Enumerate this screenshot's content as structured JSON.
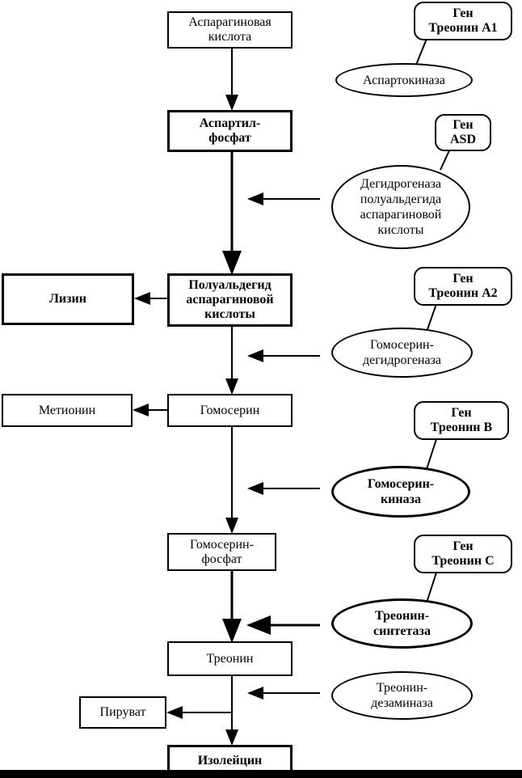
{
  "pathway": {
    "asparaginic_acid": "Аспарагиновая\nкислота",
    "aspartyl_phosphate": "Аспартил-\nфосфат",
    "semialdehyde": "Полуальдегид\nаспарагиновой\nкислоты",
    "homoserine": "Гомосерин",
    "homoserine_phosphate": "Гомосерин-\nфосфат",
    "threonine": "Треонин",
    "isoleucine": "Изолейцин"
  },
  "side_products": {
    "lysine": "Лизин",
    "methionine": "Метионин",
    "pyruvate": "Пируват"
  },
  "enzymes": {
    "aspartokinase": "Аспартокиназа",
    "dehydrogenase": "Дегидрогеназа\nполуальдегида\nаспарагиновой\nкислоты",
    "homoserine_dehydrogenase": "Гомосерин-\nдегидрогеназа",
    "homoserine_kinase": "Гомосерин-\nкиназа",
    "threonine_synthetase": "Треонин-\nсинтетаза",
    "threonine_deaminase": "Треонин-\nдезаминаза"
  },
  "genes": {
    "a1": "Ген\nТреонин А1",
    "asd": "Ген\nASD",
    "a2": "Ген\nТреонин А2",
    "b": "Ген\nТреонин В",
    "c": "Ген\nТреонин С"
  }
}
